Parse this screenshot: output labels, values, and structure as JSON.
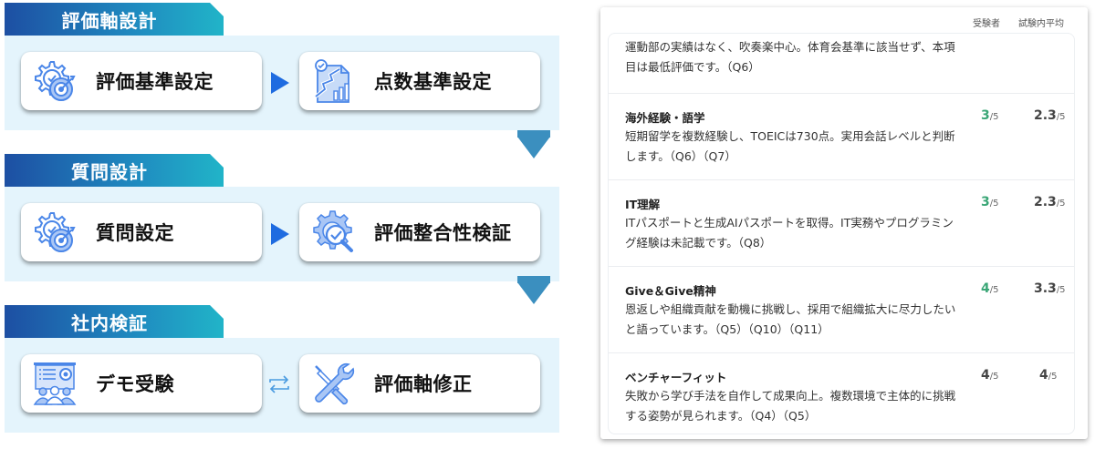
{
  "flow": {
    "sections": [
      {
        "title": "評価軸設計",
        "left_card": {
          "label": "評価基準設定",
          "icon": "gear-target-icon"
        },
        "right_card": {
          "label": "点数基準設定",
          "icon": "chart-document-icon"
        },
        "connector": "arrow-right-icon"
      },
      {
        "title": "質問設計",
        "left_card": {
          "label": "質問設定",
          "icon": "gear-target-icon"
        },
        "right_card": {
          "label": "評価整合性検証",
          "icon": "gear-magnifier-check-icon"
        },
        "connector": "arrow-right-icon"
      },
      {
        "title": "社内検証",
        "left_card": {
          "label": "デモ受験",
          "icon": "presentation-audience-icon"
        },
        "right_card": {
          "label": "評価軸修正",
          "icon": "wrench-screwdriver-icon"
        },
        "connector": "swap-arrows-icon"
      }
    ],
    "colors": {
      "tab_gradient_start": "#1d4fa3",
      "tab_gradient_end": "#21b4c8",
      "section_bg": "#e4f4fc",
      "arrow_blue": "#1e6be0",
      "down_arrow": "#3b8fbf",
      "icon_blue": "#4a86e8"
    }
  },
  "panel": {
    "headers": {
      "candidate": "受験者",
      "average": "試験内平均"
    },
    "rows": [
      {
        "title": "",
        "desc": "運動部の実績はなく、吹奏楽中心。体育会基準に該当せず、本項目は最低評価です。（Q6）",
        "candidate_score": "",
        "candidate_denominator": "",
        "average_score": "",
        "average_denominator": ""
      },
      {
        "title": "海外経験・語学",
        "desc": "短期留学を複数経験し、TOEICは730点。実用会話レベルと判断します。（Q6）（Q7）",
        "candidate_score": "3",
        "candidate_denominator": "/5",
        "average_score": "2.3",
        "average_denominator": "/5"
      },
      {
        "title": "IT理解",
        "desc": "ITパスポートと生成AIパスポートを取得。IT実務やプログラミング経験は未記載です。（Q8）",
        "candidate_score": "3",
        "candidate_denominator": "/5",
        "average_score": "2.3",
        "average_denominator": "/5"
      },
      {
        "title": "Give＆Give精神",
        "desc": "恩返しや組織貢献を動機に挑戦し、採用で組織拡大に尽力したいと語っています。（Q5）（Q10）（Q11）",
        "candidate_score": "4",
        "candidate_denominator": "/5",
        "average_score": "3.3",
        "average_denominator": "/5"
      },
      {
        "title": "ベンチャーフィット",
        "desc": "失敗から学び手法を自作して成果向上。複数環境で主体的に挑戦する姿勢が見られます。（Q4）（Q5）",
        "candidate_score": "4",
        "candidate_denominator": "/5",
        "average_score": "4",
        "average_denominator": "/5"
      }
    ],
    "colors": {
      "above_average": "#3aa676",
      "neutral": "#444444"
    }
  }
}
